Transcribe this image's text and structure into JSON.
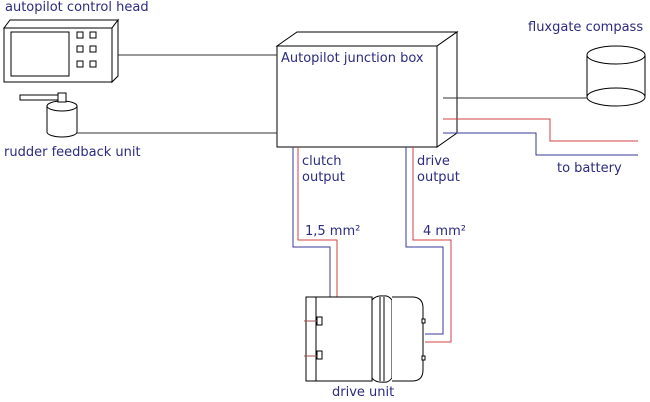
{
  "labels": {
    "control_head": "autopilot control head",
    "rudder_feedback": "rudder feedback unit",
    "junction_box": "Autopilot junction box",
    "fluxgate": "fluxgate compass",
    "battery": "to battery",
    "clutch_output_1": "clutch",
    "clutch_output_2": "output",
    "drive_output_1": "drive",
    "drive_output_2": "output",
    "clutch_gauge": "1,5 mm²",
    "drive_gauge": "4 mm²",
    "drive_unit": "drive unit"
  },
  "colors": {
    "label": "#2b2b80",
    "positive_wire": "#d04040",
    "negative_wire": "#3a3a9a",
    "signal_wire": "#333333"
  }
}
